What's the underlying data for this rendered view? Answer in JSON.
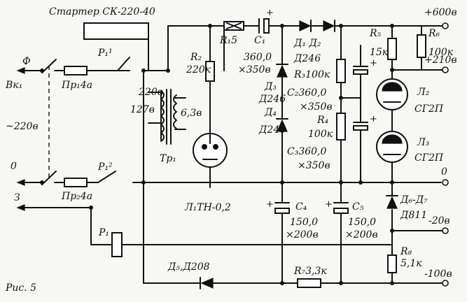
{
  "figure": {
    "caption": "Рис. 5",
    "starter_label": "Стартер СК-220-40"
  },
  "inputs": {
    "phase": "Ф",
    "zero": "0",
    "ground": "З",
    "ac_voltage": "~220в"
  },
  "switch": {
    "label": "Вк₁"
  },
  "fuses": [
    {
      "label": "Пр₁4а"
    },
    {
      "label": "Пр₂4а"
    }
  ],
  "relay": {
    "contact1": "P₁¹",
    "contact2": "P₁²",
    "coil": "P₁"
  },
  "transformer": {
    "label": "Тр₁",
    "primary_220": "220в",
    "primary_127": "127в",
    "secondary": "6,3в"
  },
  "resistors": {
    "r1": "R₁5",
    "r2_name": "R₂",
    "r2_value": "220к",
    "r3": "R₃100к",
    "r4_name": "R₄",
    "r4_value": "100к",
    "r5_name": "R₅",
    "r5_value": "15к",
    "r6_name": "R₆",
    "r6_value": "100к",
    "r7": "R₇3,3к",
    "r8_name": "R₈",
    "r8_value": "5,1к"
  },
  "capacitors": {
    "c1_name": "С₁",
    "c1_value": "360,0",
    "c1_voltage": "×350в",
    "c2": "С₂360,0",
    "c2_voltage": "×350в",
    "c3": "С₃360,0",
    "c3_voltage": "×350в",
    "c4_name": "С₄",
    "c4_value": "150,0",
    "c4_voltage": "×200в",
    "c5_name": "С₅",
    "c5_value": "150,0",
    "c5_voltage": "×200в"
  },
  "diodes": {
    "d1_d2_names": "Д₁ Д₂",
    "d1_d2_type": "Д246",
    "d3_name": "Д₃",
    "d3_type": "Д246",
    "d4_name": "Д₄",
    "d4_type": "Д246",
    "d5": "Д₅,Д208",
    "d6_d7_name": "Д₆-Д₇",
    "d6_d7_type": "Д811"
  },
  "lamps": {
    "l1": "Л₁ТН-0,2",
    "l2_name": "Л₂",
    "l2_type": "СГ2П",
    "l3_name": "Л₃",
    "l3_type": "СГ2П"
  },
  "outputs": {
    "v600": "+600в",
    "v210": "+210в",
    "zero": "0",
    "m20": "-20в",
    "m100": "-100в"
  }
}
